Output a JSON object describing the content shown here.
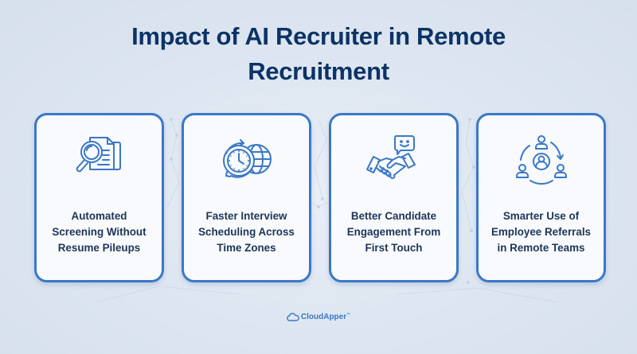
{
  "title": {
    "line1": "Impact of AI Recruiter in Remote",
    "line2": "Recruitment"
  },
  "cards": [
    {
      "icon": "document-search-icon",
      "lines": [
        "Automated",
        "Screening Without",
        "Resume Pileups"
      ]
    },
    {
      "icon": "clock-globe-icon",
      "lines": [
        "Faster Interview",
        "Scheduling Across",
        "Time Zones"
      ]
    },
    {
      "icon": "handshake-chat-icon",
      "lines": [
        "Better Candidate",
        "Engagement From",
        "First Touch"
      ]
    },
    {
      "icon": "referral-network-icon",
      "lines": [
        "Smarter Use of",
        "Employee Referrals",
        "in Remote Teams"
      ]
    }
  ],
  "brand": {
    "name": "CloudApper",
    "trademark": "™",
    "icon": "cloud-logo-icon"
  },
  "colors": {
    "background": "#dce5f0",
    "title": "#0c3366",
    "card_border": "#3a78c6",
    "card_bg": "#f8fafd",
    "card_text": "#1d3557",
    "icon": "#3a78c6"
  }
}
